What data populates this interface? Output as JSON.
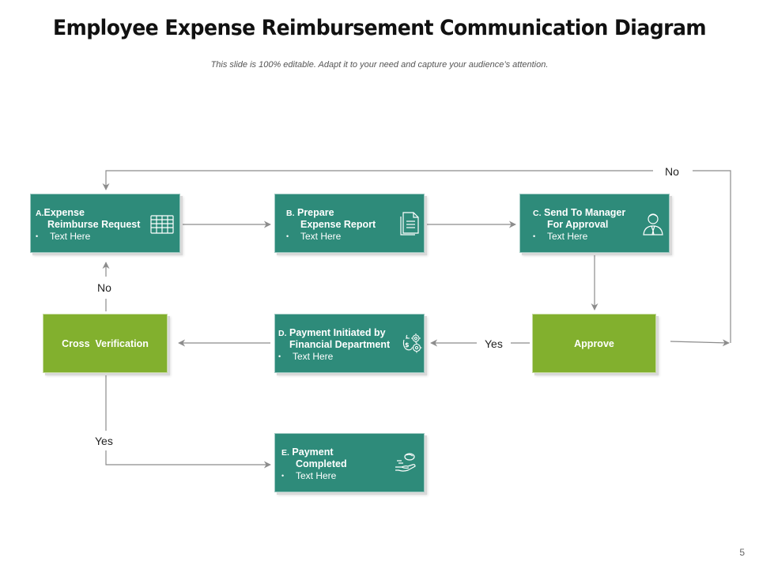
{
  "title": "Employee Expense Reimbursement Communication Diagram",
  "subtitle": "This slide is 100% editable. Adapt it to your need and capture your audience’s attention.",
  "boxes": {
    "a": {
      "letter": "A.",
      "line1": "Expense",
      "line2": "Reimburse Request",
      "bullet": "Text Here",
      "icon": "spreadsheet-icon"
    },
    "b": {
      "letter": "B.",
      "line1": "Prepare",
      "line2": "Expense Report",
      "bullet": "Text Here",
      "icon": "document-icon"
    },
    "c": {
      "letter": "C.",
      "line1": "Send To Manager",
      "line2": "For Approval",
      "bullet": "Text Here",
      "icon": "manager-icon"
    },
    "d": {
      "letter": "D.",
      "line1": "Payment Initiated by",
      "line2": "Financial Department",
      "bullet": "Text Here",
      "icon": "money-gears-icon"
    },
    "e": {
      "letter": "E.",
      "line1": "Payment",
      "line2": "Completed",
      "bullet": "Text Here",
      "icon": "hand-coin-icon"
    },
    "cross": {
      "label": "Cross  Verification"
    },
    "approve": {
      "label": "Approve"
    }
  },
  "edge_labels": {
    "no_top": "No",
    "no_left": "No",
    "yes_middle": "Yes",
    "yes_bottom": "Yes"
  },
  "bullet_char": "•",
  "page_number": "5",
  "colors": {
    "teal": "#2e8b7a",
    "green": "#82b02e",
    "connector": "#8c8c8c"
  }
}
